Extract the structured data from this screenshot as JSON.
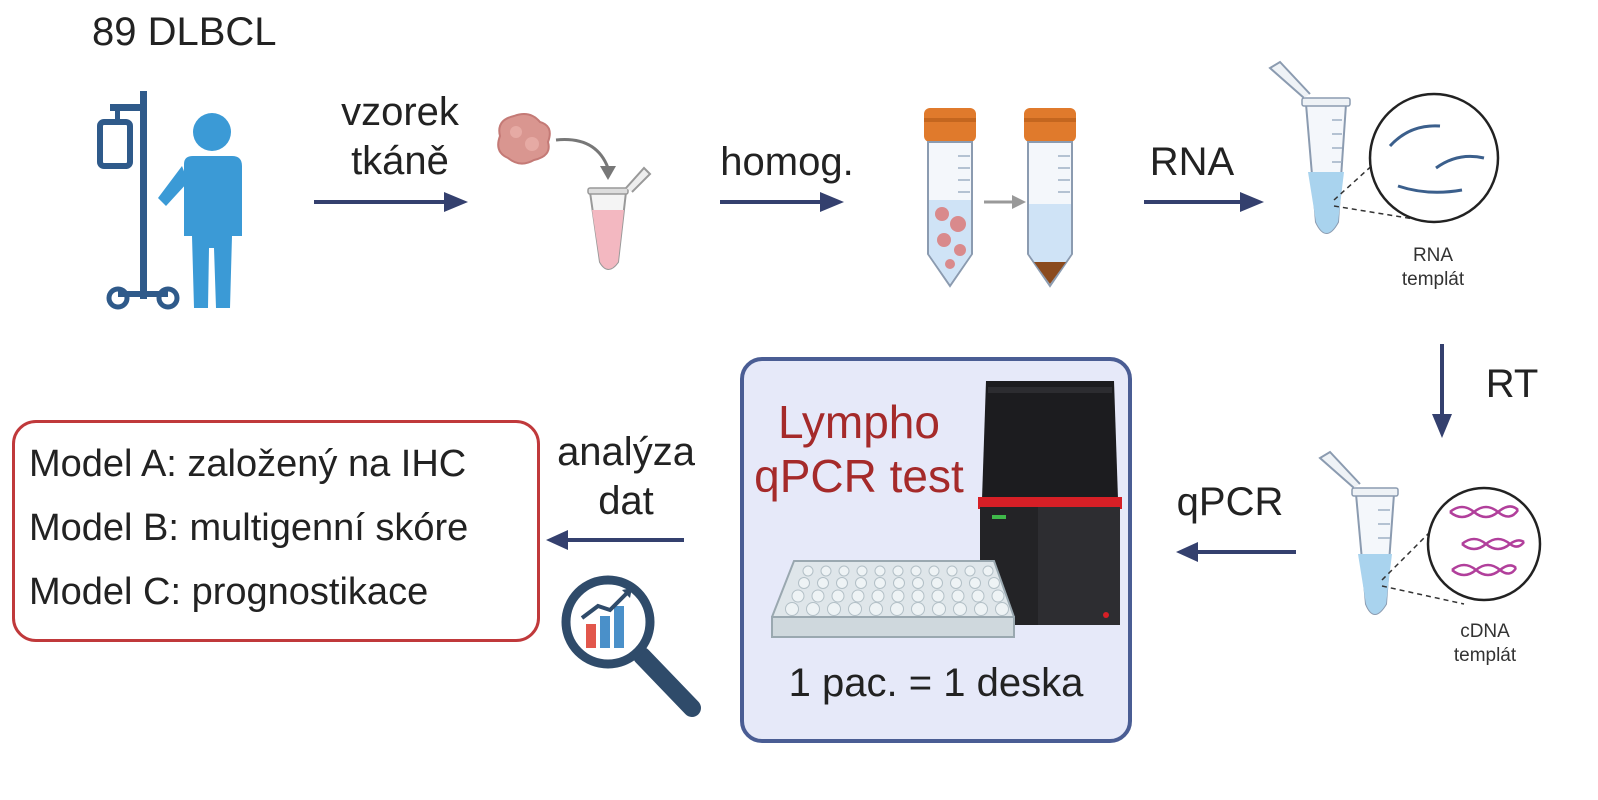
{
  "cohort_label": "89 DLBCL",
  "steps": {
    "tissue_sample": [
      "vzorek",
      "tkáně"
    ],
    "homogenization": "homog.",
    "rna_extraction": "RNA",
    "reverse_transcription": "RT",
    "qpcr": "qPCR",
    "data_analysis": [
      "analýza",
      "dat"
    ]
  },
  "templates": {
    "rna": [
      "RNA",
      "templát"
    ],
    "cdna": [
      "cDNA",
      "templát"
    ]
  },
  "test_box": {
    "title": [
      "Lympho",
      "qPCR test"
    ],
    "note": "1 pac. = 1 deska"
  },
  "models": [
    "Model A: založený na IHC",
    "Model B: multigenní skóre",
    "Model C: prognostikace"
  ],
  "colors": {
    "arrow": "#34406e",
    "patient": "#3b9ad6",
    "iv_pole": "#2f5a8a",
    "models_border": "#c0393b",
    "test_border": "#4a5d94",
    "test_fill": "#e6e9f9",
    "test_title": "#a52a2a",
    "tube_cap": "#e07a2c",
    "sample_pink": "#f3b8c1"
  },
  "icons": [
    "patient-icon",
    "iv-pole-icon",
    "tissue-icon",
    "microtube-icon",
    "falcon-tube-icon",
    "rna-strand-icon",
    "dna-helix-icon",
    "qpcr-machine-icon",
    "well-plate-icon",
    "magnifier-chart-icon"
  ]
}
